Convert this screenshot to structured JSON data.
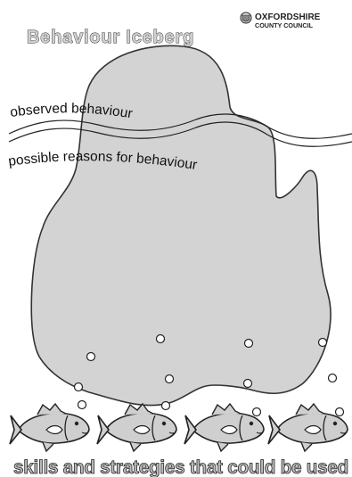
{
  "title": "Behaviour Iceberg",
  "logo": {
    "line1": "OXFORDSHIRE",
    "line2": "COUNTY COUNCIL",
    "icon": "council-crest-icon"
  },
  "labels": {
    "above": "observed behaviour",
    "below": "possible reasons for behaviour",
    "footer": "skills and strategies that could be used"
  },
  "colors": {
    "iceberg_fill": "#d3d3d3",
    "outline": "#333333",
    "fish_fill": "#cfcfcf"
  },
  "icons": {
    "fish": "fish-icon",
    "bubble": "bubble-icon"
  }
}
